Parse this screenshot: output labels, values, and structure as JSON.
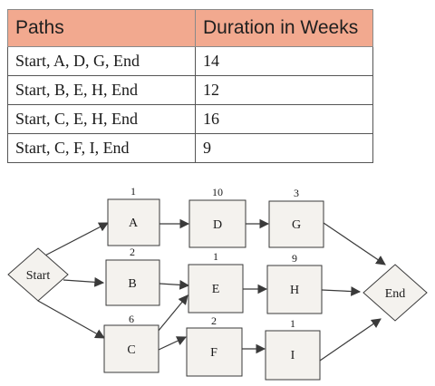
{
  "table": {
    "headers": [
      "Paths",
      "Duration in Weeks"
    ],
    "rows": [
      [
        "Start, A, D, G, End",
        "14"
      ],
      [
        "Start, B, E, H, End",
        "12"
      ],
      [
        "Start, C, E, H, End",
        "16"
      ],
      [
        "Start, C, F, I, End",
        "9"
      ]
    ]
  },
  "network": {
    "start": "Start",
    "end": "End",
    "tasks": [
      {
        "id": "A",
        "duration": "1"
      },
      {
        "id": "B",
        "duration": "2"
      },
      {
        "id": "C",
        "duration": "6"
      },
      {
        "id": "D",
        "duration": "10"
      },
      {
        "id": "E",
        "duration": "1"
      },
      {
        "id": "F",
        "duration": "2"
      },
      {
        "id": "G",
        "duration": "3"
      },
      {
        "id": "H",
        "duration": "9"
      },
      {
        "id": "I",
        "duration": "1"
      }
    ]
  }
}
